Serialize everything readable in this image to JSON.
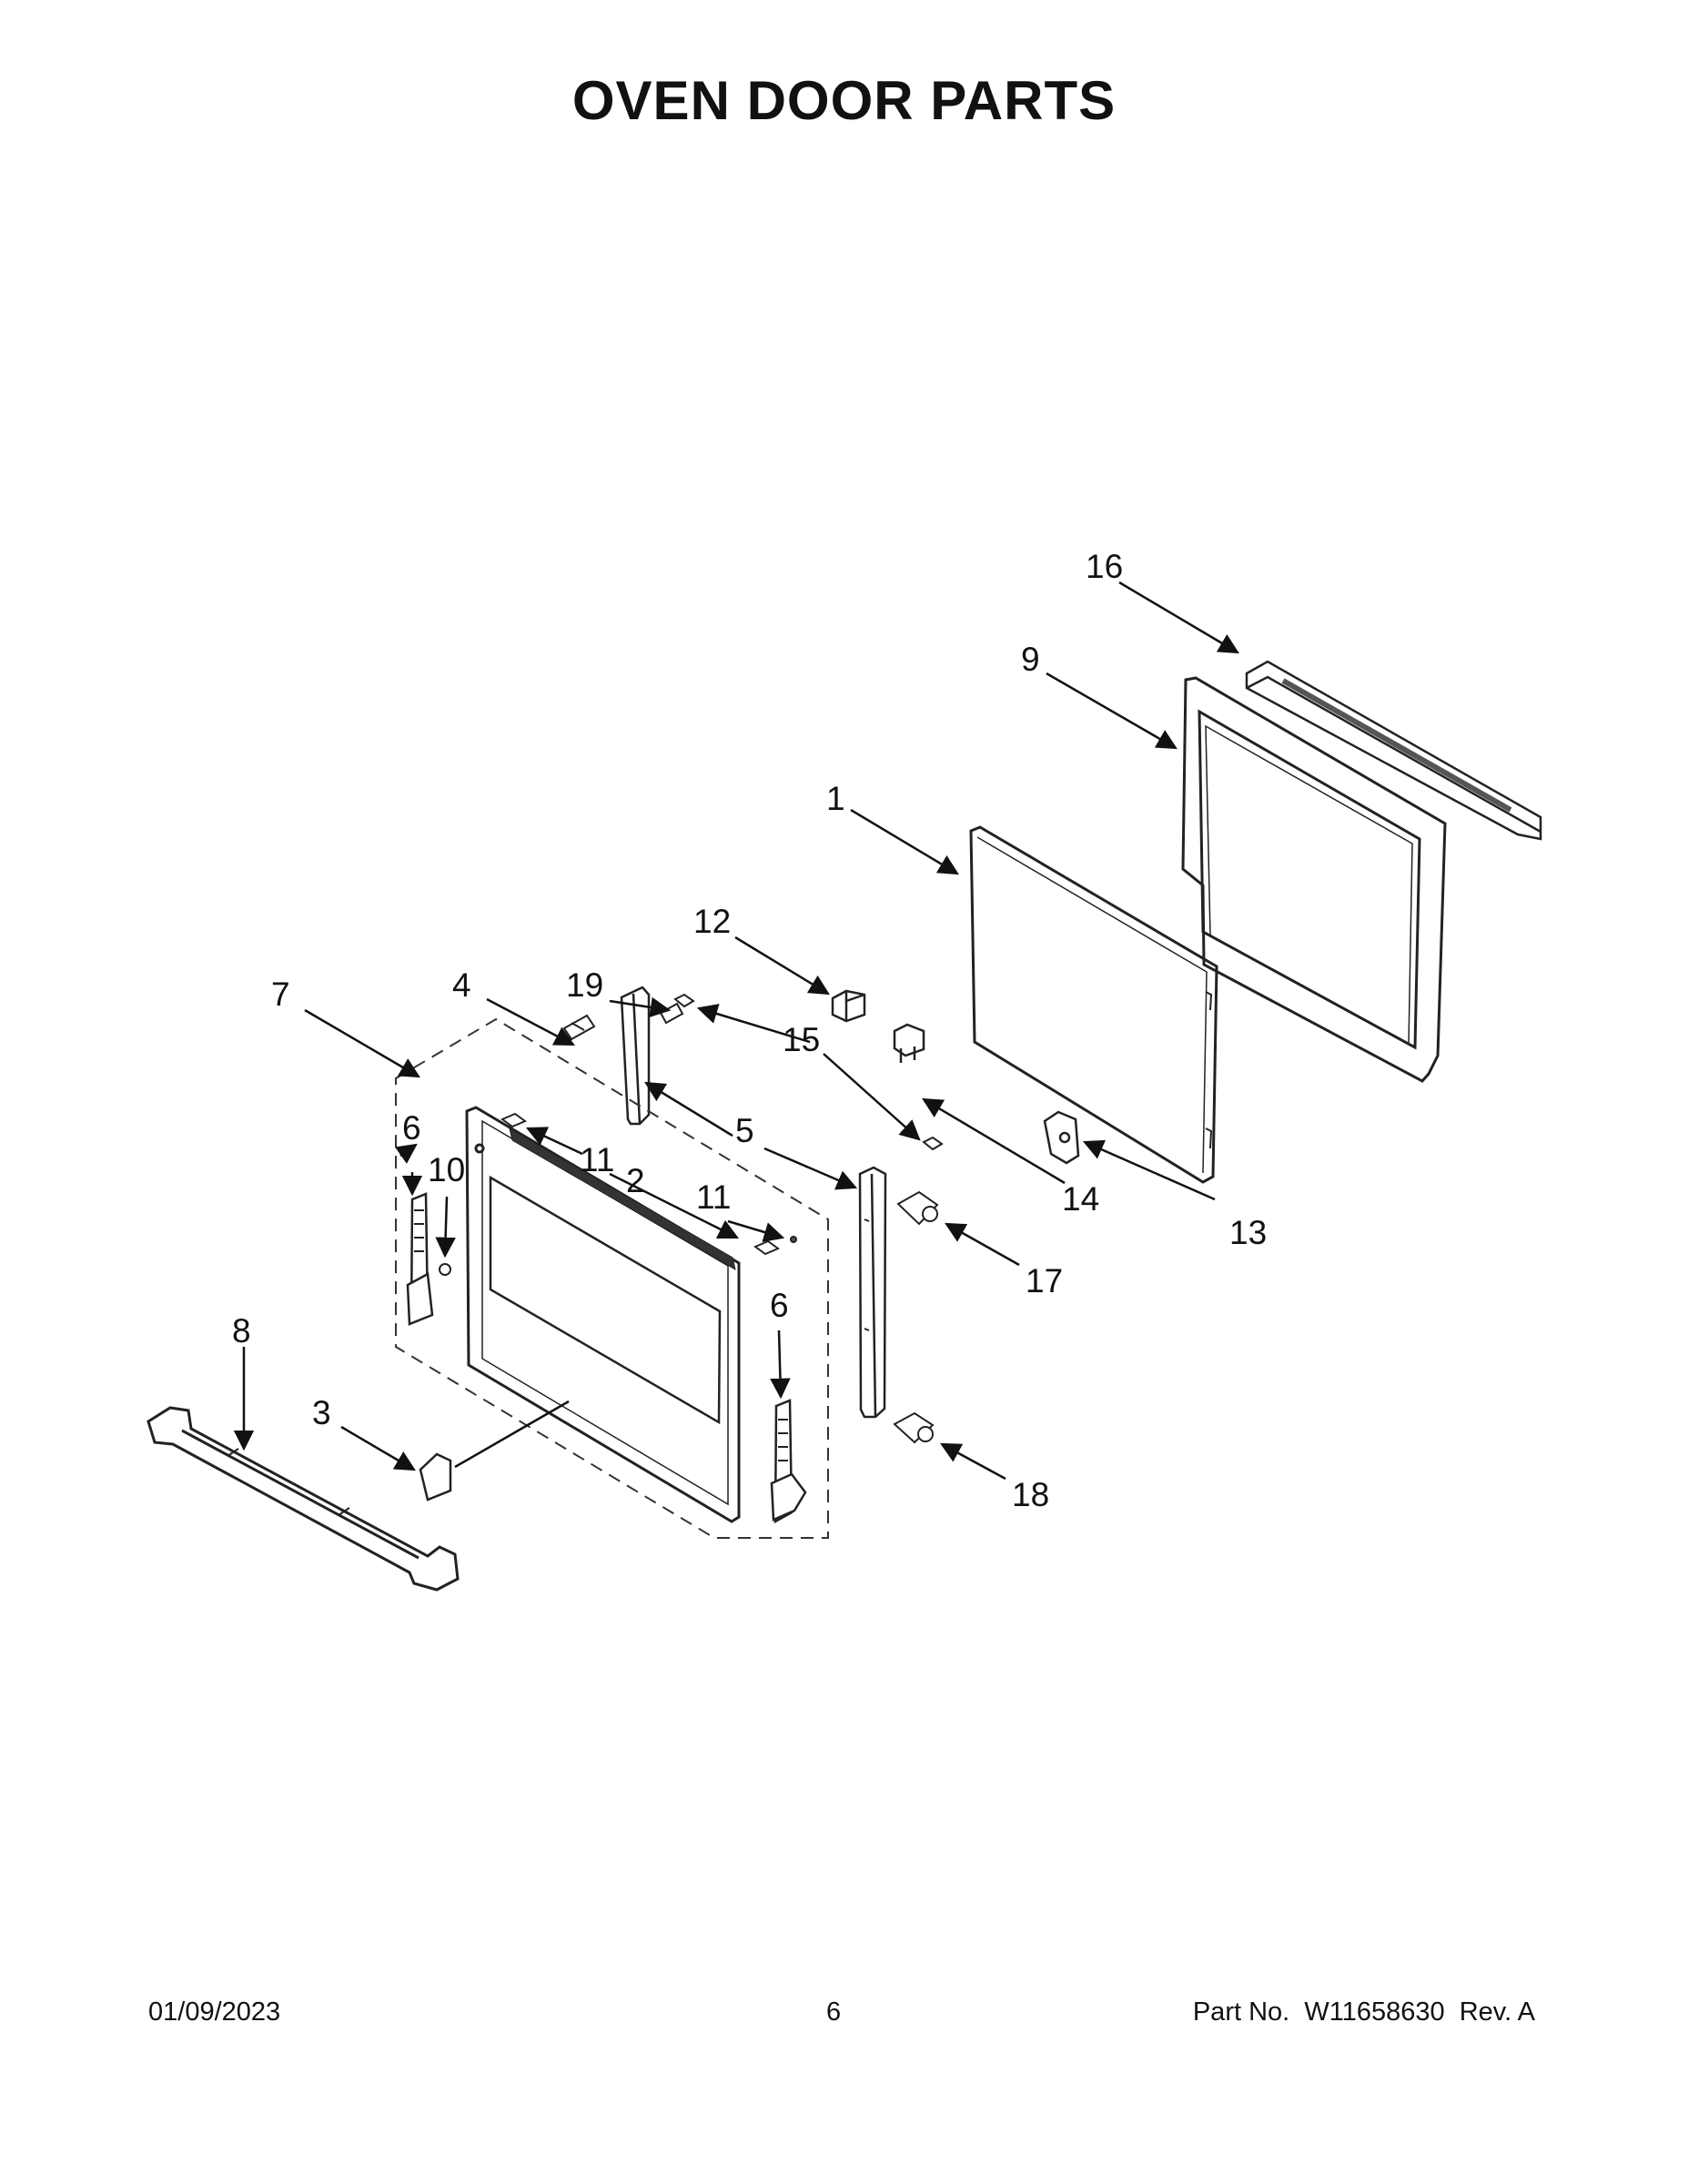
{
  "title": "OVEN DOOR PARTS",
  "callouts": {
    "c1": "1",
    "c2": "2",
    "c3": "3",
    "c4": "4",
    "c5": "5",
    "c6a": "6",
    "c6b": "6",
    "c7": "7",
    "c8": "8",
    "c9": "9",
    "c10": "10",
    "c11a": "11",
    "c11b": "11",
    "c12": "12",
    "c13": "13",
    "c14": "14",
    "c15": "15",
    "c16": "16",
    "c17": "17",
    "c18": "18",
    "c19": "19"
  },
  "footer": {
    "date": "01/09/2023",
    "page": "6",
    "part_label": "Part No.",
    "part_number": "W11658630",
    "revision": "Rev. A"
  }
}
